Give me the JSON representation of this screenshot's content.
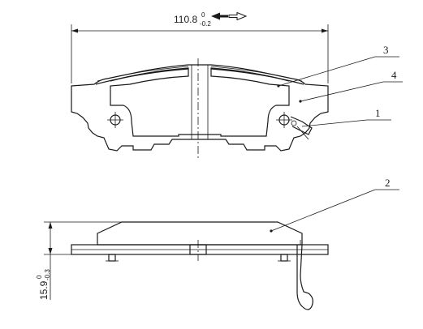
{
  "dimensions": {
    "width": {
      "nominal": "110.8",
      "upper": "0",
      "lower": "-0.2"
    },
    "thickness": {
      "nominal": "15.9",
      "upper": "0",
      "lower": "-0.3"
    }
  },
  "callouts": [
    {
      "id": "callout-1",
      "label": "1"
    },
    {
      "id": "callout-2",
      "label": "2"
    },
    {
      "id": "callout-3",
      "label": "3"
    },
    {
      "id": "callout-4",
      "label": "4"
    }
  ]
}
